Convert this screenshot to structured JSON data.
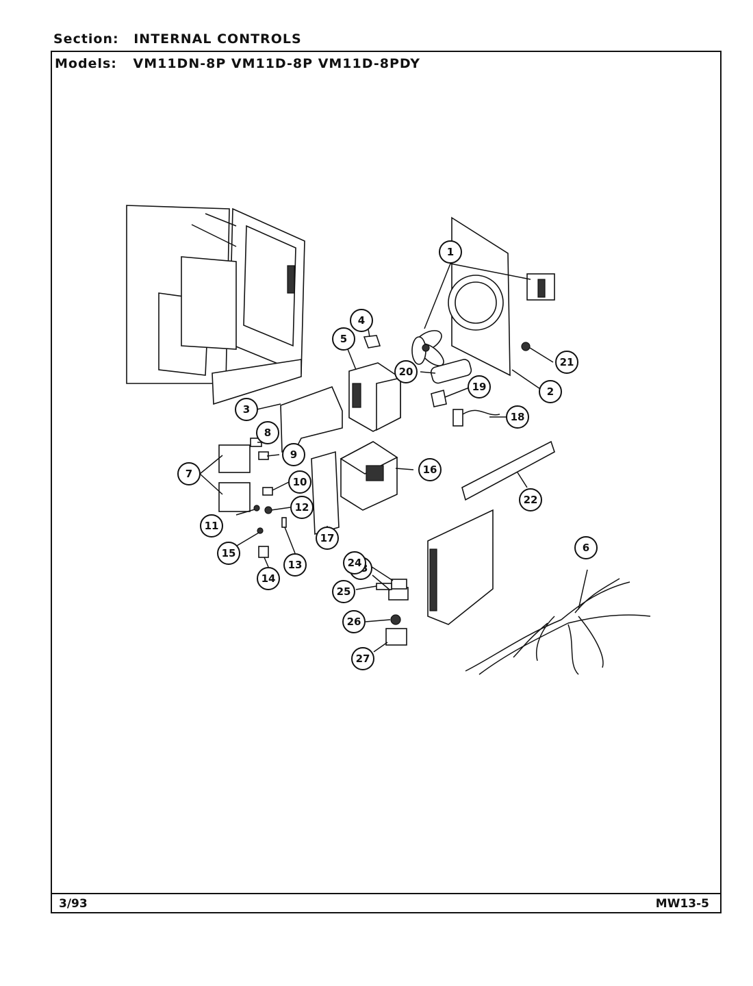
{
  "header": {
    "section_label": "Section:",
    "section_value": "INTERNAL CONTROLS",
    "models_label": "Models:",
    "models_value": "VM11DN-8P  VM11D-8P  VM11D-8PDY"
  },
  "footer": {
    "date": "3/93",
    "page_code": "MW13-5"
  },
  "callouts": [
    "1",
    "2",
    "3",
    "4",
    "5",
    "6",
    "7",
    "8",
    "9",
    "10",
    "11",
    "12",
    "13",
    "14",
    "15",
    "16",
    "17",
    "18",
    "19",
    "20",
    "21",
    "22",
    "23",
    "24",
    "25",
    "26",
    "27"
  ]
}
